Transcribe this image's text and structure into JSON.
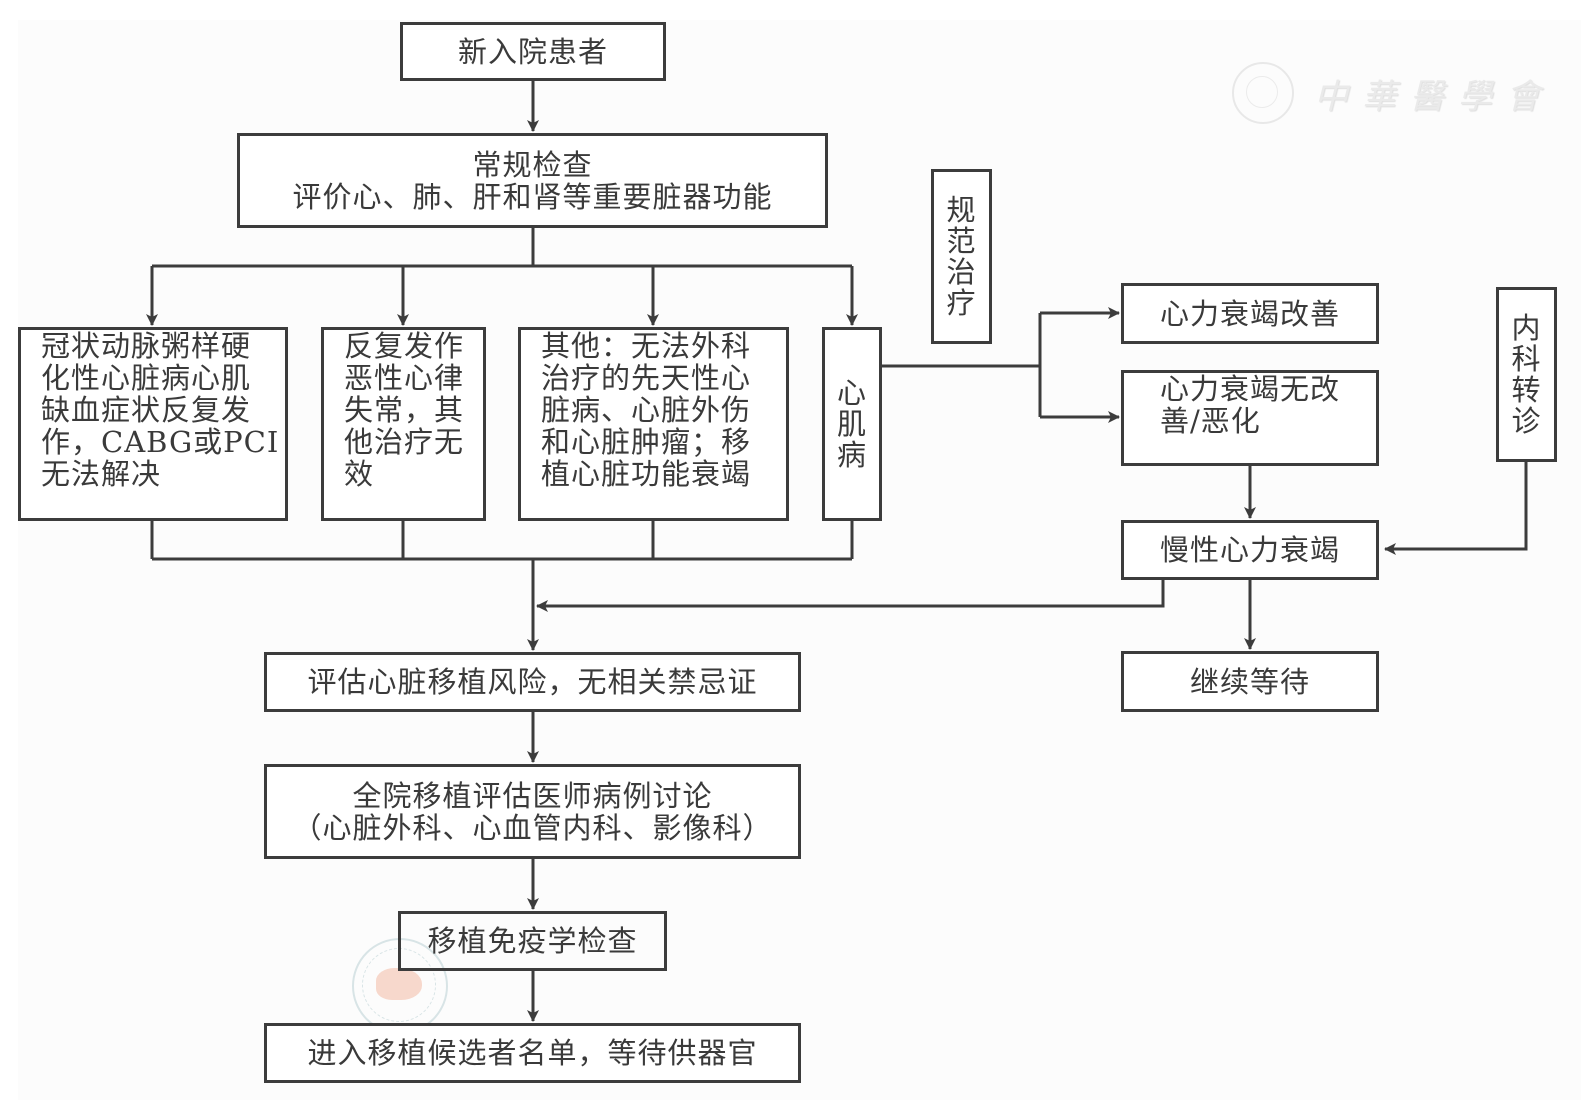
{
  "watermark": {
    "top_right_text": "中華醫學會",
    "seal_icon": "chinese-medical-association-seal"
  },
  "nodes": {
    "new_patient": "新入院患者",
    "routine_exam": [
      "常规检查",
      "评价心、肺、肝和肾等重要脏器功能"
    ],
    "cad": [
      "冠状动脉粥样硬",
      "化性心脏病心肌",
      "缺血症状反复发",
      "作，CABG或PCI",
      "无法解决"
    ],
    "arrhythmia": [
      "反复发作",
      "恶性心律",
      "失常，其",
      "他治疗无",
      "效"
    ],
    "other": [
      "其他：无法外科",
      "治疗的先天性心",
      "脏病、心脏外伤",
      "和心脏肿瘤；移",
      "植心脏功能衰竭"
    ],
    "cardiomyopathy": [
      "心",
      "肌",
      "病"
    ],
    "standard_treatment": [
      "规",
      "范",
      "治",
      "疗"
    ],
    "hf_improved": "心力衰竭改善",
    "hf_not_improved": [
      "心力衰竭无改",
      "善/恶化"
    ],
    "internal_referral": [
      "内",
      "科",
      "转",
      "诊"
    ],
    "chronic_hf": "慢性心力衰竭",
    "continue_wait": "继续等待",
    "risk_assessment": "评估心脏移植风险，无相关禁忌证",
    "case_discussion": [
      "全院移植评估医师病例讨论",
      "（心脏外科、心血管内科、影像科）"
    ],
    "immunology": "移植免疫学检查",
    "waitlist": "进入移植候选者名单，等待供器官"
  },
  "edges": [
    {
      "from": "new_patient",
      "to": "routine_exam"
    },
    {
      "from": "routine_exam",
      "to": "cad"
    },
    {
      "from": "routine_exam",
      "to": "arrhythmia"
    },
    {
      "from": "routine_exam",
      "to": "other"
    },
    {
      "from": "routine_exam",
      "to": "cardiomyopathy"
    },
    {
      "from": "cardiomyopathy",
      "to": "hf_improved",
      "label": "规范治疗"
    },
    {
      "from": "cardiomyopathy",
      "to": "hf_not_improved",
      "label": "规范治疗"
    },
    {
      "from": "hf_not_improved",
      "to": "chronic_hf"
    },
    {
      "from": "internal_referral",
      "to": "chronic_hf"
    },
    {
      "from": "chronic_hf",
      "to": "risk_assessment"
    },
    {
      "from": "chronic_hf",
      "to": "continue_wait"
    },
    {
      "from": "cad",
      "to": "risk_assessment"
    },
    {
      "from": "arrhythmia",
      "to": "risk_assessment"
    },
    {
      "from": "other",
      "to": "risk_assessment"
    },
    {
      "from": "cardiomyopathy",
      "to": "risk_assessment"
    },
    {
      "from": "risk_assessment",
      "to": "case_discussion"
    },
    {
      "from": "case_discussion",
      "to": "immunology"
    },
    {
      "from": "immunology",
      "to": "waitlist"
    }
  ]
}
